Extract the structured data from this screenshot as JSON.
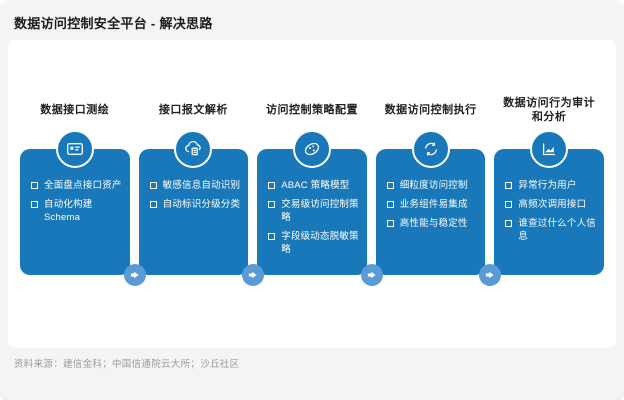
{
  "page": {
    "title": "数据访问控制安全平台 - 解决思路",
    "footer": "资料来源：建信金科；中国信通院云大所；沙丘社区"
  },
  "colors": {
    "card_blue": "#1878B9",
    "flow_arrow_blue": "#5B9BD5",
    "panel_background": "#FFFFFF",
    "page_background": "#F4F4F5",
    "header_text": "#222222",
    "bullet_text": "#FFFFFF",
    "footer_text": "#9B9B9B"
  },
  "columns": [
    {
      "header": "数据接口测绘",
      "icon": "id-card-icon",
      "items": [
        "全面盘点接口资产",
        "自动化构建Schema"
      ]
    },
    {
      "header": "接口报文解析",
      "icon": "cloud-document-icon",
      "items": [
        "敏感信息自动识别",
        "自动标识分级分类"
      ]
    },
    {
      "header": "访问控制策略配置",
      "icon": "policy-globe-icon",
      "items": [
        "ABAC 策略模型",
        "交易级访问控制策略",
        "字段级动态脱敏策略"
      ]
    },
    {
      "header": "数据访问控制执行",
      "icon": "cycle-arrows-icon",
      "items": [
        "细粒度访问控制",
        "业务组件易集成",
        "高性能与稳定性"
      ]
    },
    {
      "header": "数据访问行为审计和分析",
      "icon": "area-chart-icon",
      "items": [
        "异常行为用户",
        "高频次调用接口",
        "谁查过什么个人信息"
      ]
    }
  ]
}
